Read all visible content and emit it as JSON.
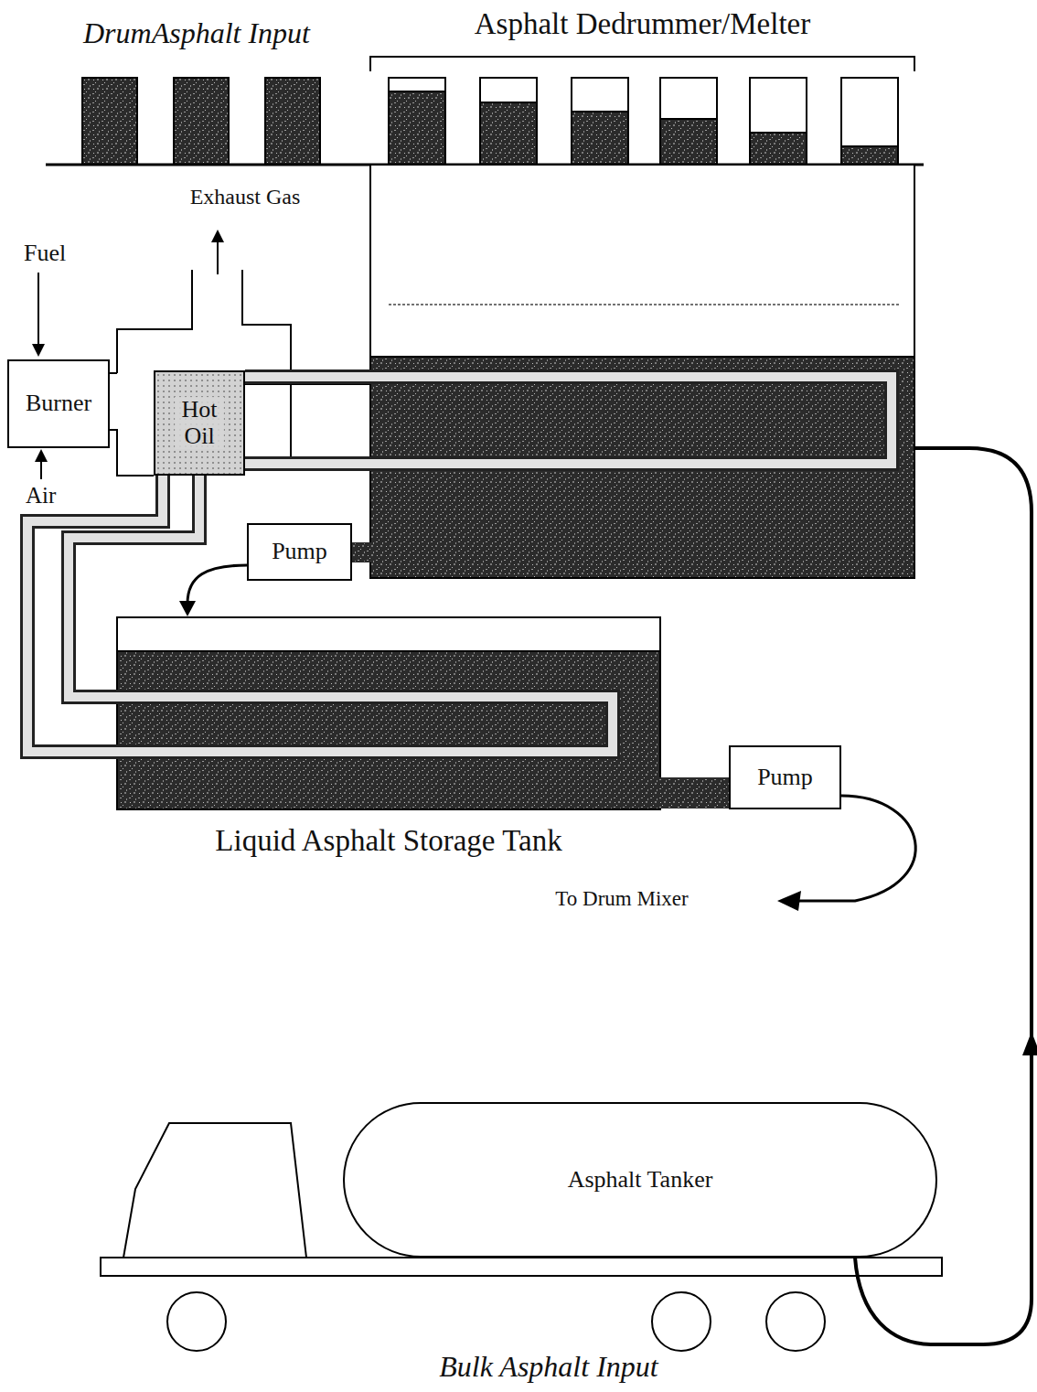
{
  "diagram": {
    "nodes": [
      {
        "text": [
          "Asphalt Dedrummer/Melter"
        ]
      },
      {
        "text": [
          "Burner"
        ]
      },
      {
        "text": [
          "Hot Oil"
        ]
      },
      {
        "text": [
          "Pump"
        ]
      },
      {
        "text": [
          "Liquid Asphalt Storage Tank"
        ]
      },
      {
        "text": [
          "Pump"
        ]
      },
      {
        "text": [
          "Asphalt Tanker"
        ]
      }
    ],
    "edges": [
      {
        "from": 2,
        "to": 0,
        "arrow": "none"
      },
      {
        "from": 2,
        "to": 0,
        "arrow": "none"
      },
      {
        "from": 0,
        "to": 3,
        "arrow": "none"
      },
      {
        "from": 3,
        "to": 4,
        "arrow": "to"
      },
      {
        "from": 2,
        "to": 4,
        "arrow": "none"
      },
      {
        "from": 2,
        "to": 4,
        "arrow": "none"
      },
      {
        "from": 4,
        "to": 5,
        "arrow": "none"
      },
      {
        "from": 6,
        "to": 0,
        "arrow": "to"
      }
    ],
    "labels": [
      "DrumAsphalt Input",
      "Exhaust Gas",
      "Fuel",
      "Air",
      "To Drum Mixer",
      "Bulk Asphalt Input"
    ]
  }
}
